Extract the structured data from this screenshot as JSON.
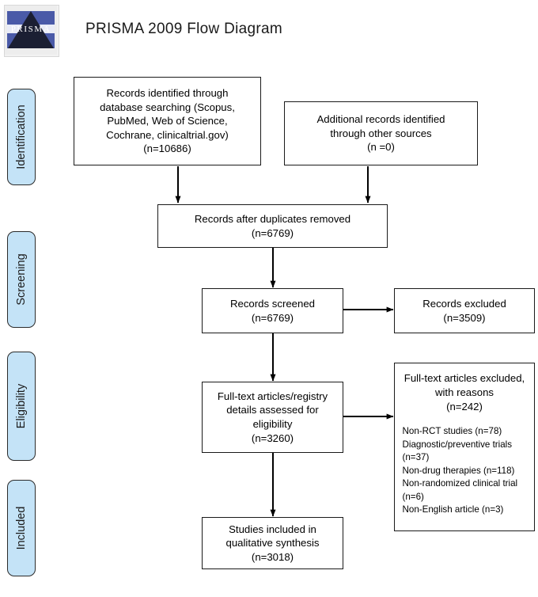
{
  "header": {
    "title": "PRISMA 2009 Flow Diagram",
    "logo_alt": "PRISMA",
    "logo_word": "PRISMA"
  },
  "stages": [
    {
      "id": "identification",
      "label": "Identification"
    },
    {
      "id": "screening",
      "label": "Screening"
    },
    {
      "id": "eligibility",
      "label": "Eligibility"
    },
    {
      "id": "included",
      "label": "Included"
    }
  ],
  "boxes": {
    "records_identified": {
      "lines": [
        "Records identified through",
        "database searching (Scopus,",
        "PubMed, Web of Science,",
        "Cochrane, clinicaltrial.gov)",
        "(n=10686)"
      ]
    },
    "additional_records": {
      "lines": [
        "Additional records identified",
        "through other sources",
        "(n =0)"
      ]
    },
    "duplicates_removed": {
      "lines": [
        "Records after duplicates removed",
        "(n=6769)"
      ]
    },
    "records_screened": {
      "lines": [
        "Records screened",
        "(n=6769)"
      ]
    },
    "records_excluded": {
      "lines": [
        "Records excluded",
        "(n=3509)"
      ]
    },
    "fulltext_assessed": {
      "lines": [
        "Full-text articles/registry",
        "details assessed for",
        "eligibility",
        "(n=3260)"
      ]
    },
    "fulltext_excluded": {
      "headline": [
        "Full-text articles excluded,",
        "with reasons",
        "(n=242)"
      ],
      "reasons": [
        "Non-RCT studies (n=78)",
        "Diagnostic/preventive trials",
        "(n=37)",
        "Non-drug therapies (n=118)",
        "Non-randomized clinical trial",
        "(n=6)",
        "Non-English article (n=3)"
      ]
    },
    "studies_included": {
      "lines": [
        "Studies included in",
        "qualitative synthesis",
        "(n=3018)"
      ]
    }
  },
  "colors": {
    "stage_fill": "#c4e3f7",
    "stage_border": "#2b2b2b",
    "box_border": "#1a1a1a",
    "connector": "#000000",
    "logo_blue": "#4a5aa8",
    "logo_dark": "#1b1f33",
    "background": "#ffffff"
  },
  "chart_data": {
    "type": "diagram",
    "title": "PRISMA 2009 Flow Diagram",
    "nodes": [
      {
        "id": "records_identified",
        "stage": "Identification",
        "label": "Records identified through database searching (Scopus, PubMed, Web of Science, Cochrane, clinicaltrial.gov)",
        "n": 10686
      },
      {
        "id": "additional_records",
        "stage": "Identification",
        "label": "Additional records identified through other sources",
        "n": 0
      },
      {
        "id": "duplicates_removed",
        "stage": "Identification",
        "label": "Records after duplicates removed",
        "n": 6769
      },
      {
        "id": "records_screened",
        "stage": "Screening",
        "label": "Records screened",
        "n": 6769
      },
      {
        "id": "records_excluded",
        "stage": "Screening",
        "label": "Records excluded",
        "n": 3509
      },
      {
        "id": "fulltext_assessed",
        "stage": "Eligibility",
        "label": "Full-text articles/registry details assessed for eligibility",
        "n": 3260
      },
      {
        "id": "fulltext_excluded",
        "stage": "Eligibility",
        "label": "Full-text articles excluded, with reasons",
        "n": 242
      },
      {
        "id": "studies_included",
        "stage": "Included",
        "label": "Studies included in qualitative synthesis",
        "n": 3018
      }
    ],
    "exclusion_reasons": [
      {
        "reason": "Non-RCT studies",
        "n": 78
      },
      {
        "reason": "Diagnostic/preventive trials",
        "n": 37
      },
      {
        "reason": "Non-drug therapies",
        "n": 118
      },
      {
        "reason": "Non-randomized clinical trial",
        "n": 6
      },
      {
        "reason": "Non-English article",
        "n": 3
      }
    ],
    "edges": [
      {
        "from": "records_identified",
        "to": "duplicates_removed"
      },
      {
        "from": "additional_records",
        "to": "duplicates_removed"
      },
      {
        "from": "duplicates_removed",
        "to": "records_screened"
      },
      {
        "from": "records_screened",
        "to": "records_excluded"
      },
      {
        "from": "records_screened",
        "to": "fulltext_assessed"
      },
      {
        "from": "fulltext_assessed",
        "to": "fulltext_excluded"
      },
      {
        "from": "fulltext_assessed",
        "to": "studies_included"
      }
    ]
  }
}
